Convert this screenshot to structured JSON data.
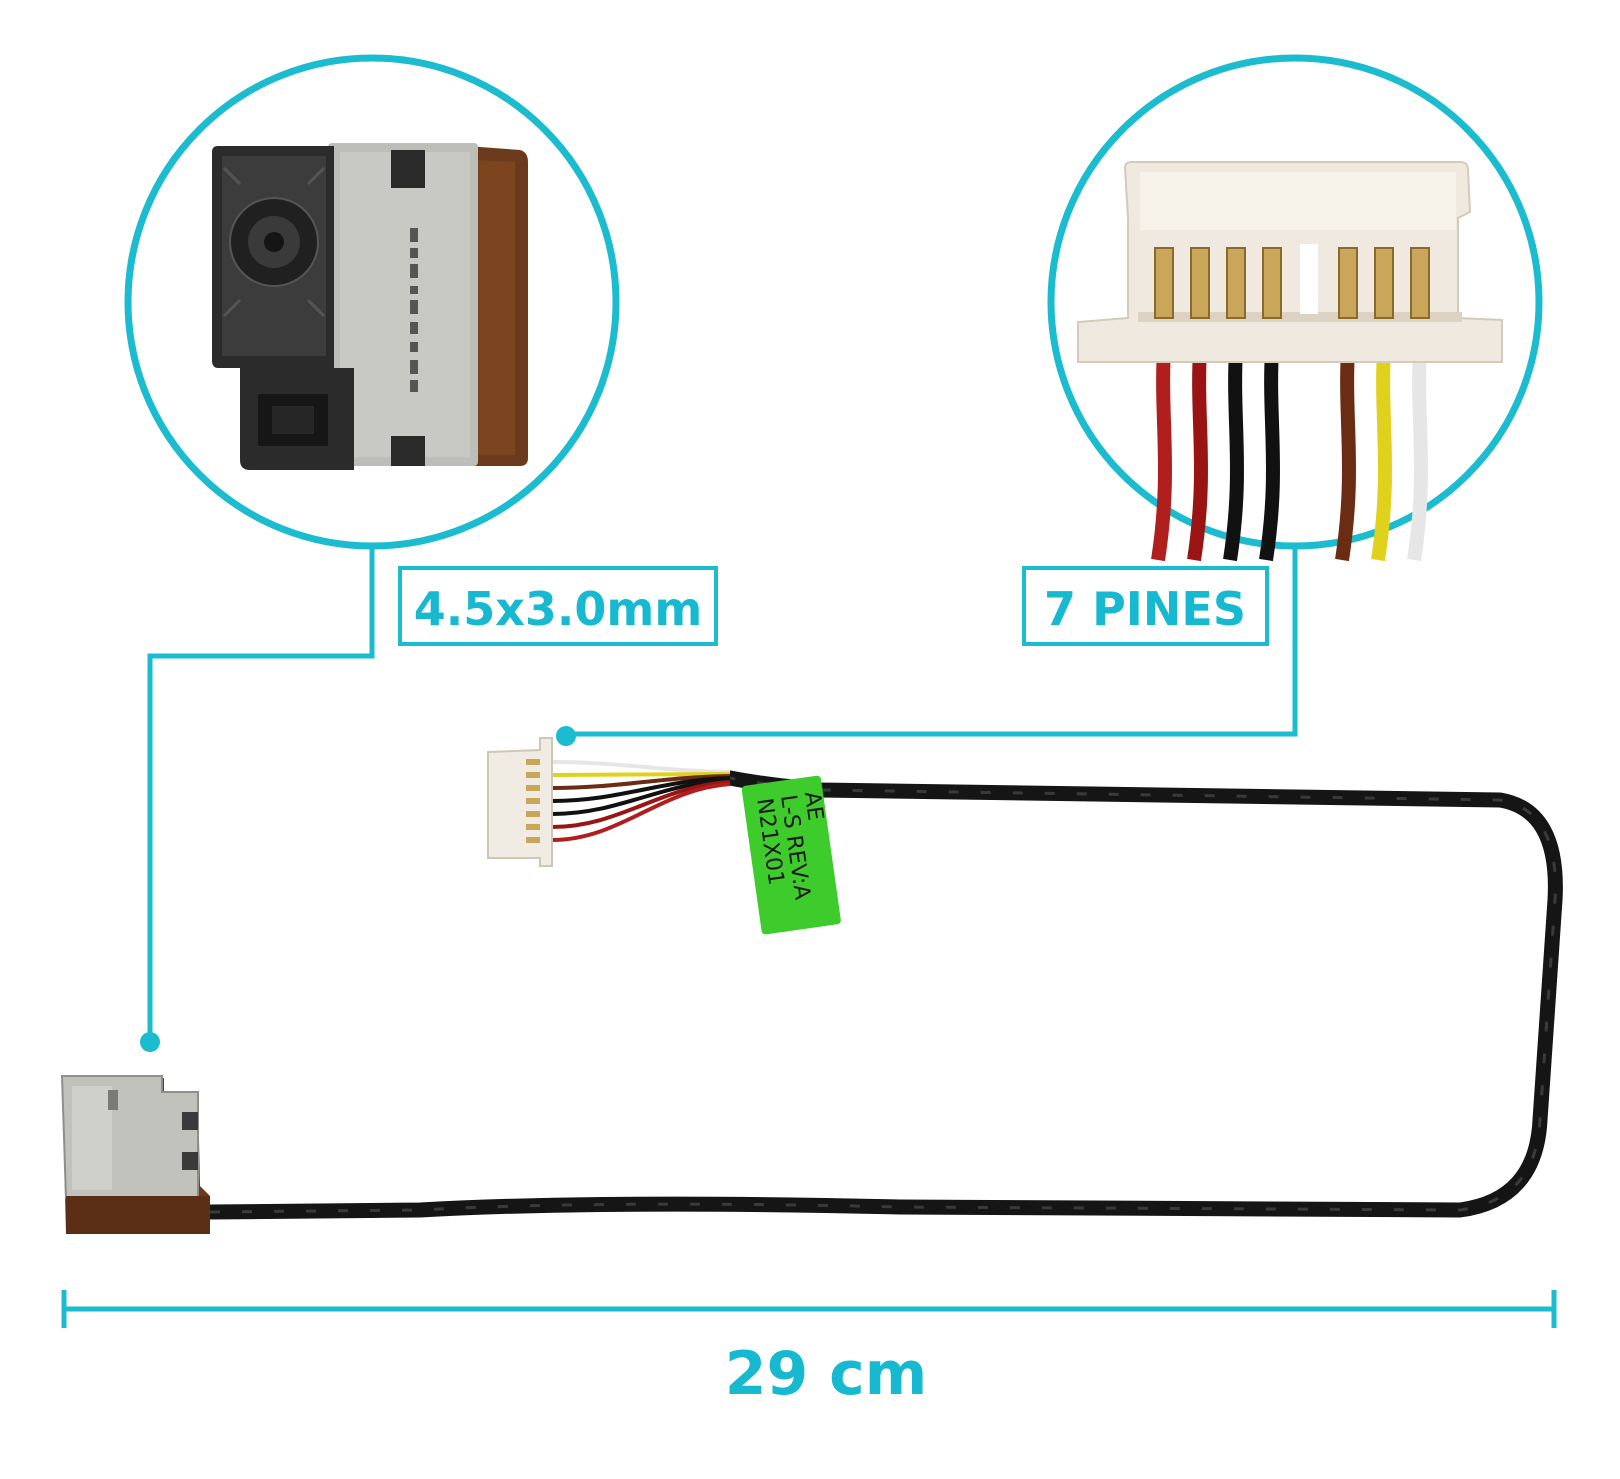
{
  "colors": {
    "accent": "#1bbccf",
    "cable": "#151515",
    "metal": "#b9b9b5",
    "connector_body": "#efe9df",
    "copper": "#6b3a1c",
    "tag_green": "#3ecb2c"
  },
  "jack_label": "4.5x3.0mm",
  "pins_label": "7 PINES",
  "length_label": "29 cm",
  "tag": {
    "line1": "AE",
    "line2": "L-S REV:A",
    "line3": "N21X01"
  },
  "pin_count": 7,
  "wire_colors": [
    "#b01e1e",
    "#9a1414",
    "#111111",
    "#111111",
    "#6a2c12",
    "#e0d21c",
    "#e6e6e6"
  ]
}
